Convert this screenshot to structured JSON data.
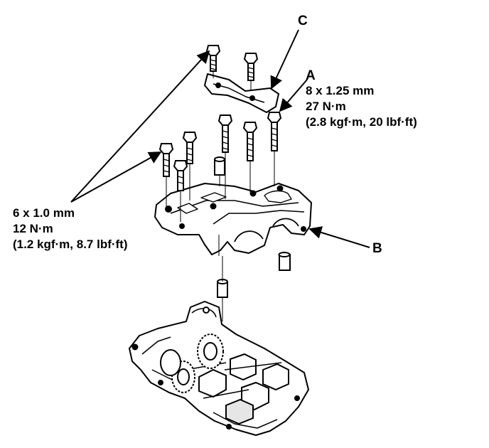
{
  "callouts": {
    "A": {
      "letter": "A",
      "spec_lines": [
        "8 x 1.25 mm",
        "27 N·m",
        "(2.8 kgf·m, 20 lbf·ft)"
      ]
    },
    "B": {
      "letter": "B"
    },
    "C": {
      "letter": "C"
    },
    "left_spec": {
      "spec_lines": [
        "6 x 1.0 mm",
        "12 N·m",
        "(1.2 kgf·m, 8.7 lbf·ft)"
      ]
    }
  },
  "parts": {
    "bolt_names": [
      "bolt-a-lower",
      "bolt-a-upper",
      "bolt-center-1",
      "bolt-center-2",
      "bolt-left-1",
      "bolt-left-2",
      "bolt-left-3",
      "bolt-top-left"
    ],
    "dowel_names": [
      "dowel-pin-upper",
      "dowel-pin-right",
      "dowel-pin-lower"
    ]
  },
  "colors": {
    "line": "#000000",
    "fill": "#ffffff",
    "shade": "#cfcfcf"
  }
}
